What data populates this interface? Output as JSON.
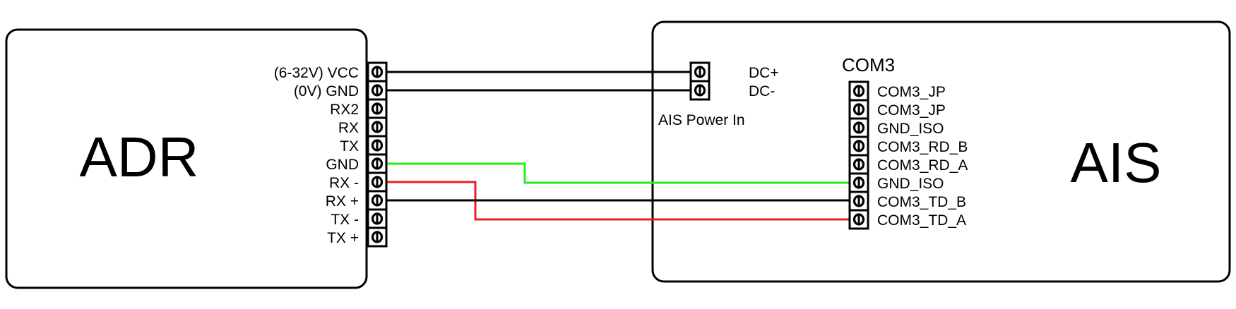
{
  "devices": {
    "adr": {
      "name": "ADR",
      "pins": [
        "(6-32V) VCC",
        "(0V) GND",
        "RX2",
        "RX",
        "TX",
        "GND",
        "RX -",
        "RX +",
        "TX -",
        "TX +"
      ]
    },
    "ais": {
      "name": "AIS",
      "power": {
        "title": "AIS Power In",
        "pins": [
          "DC+",
          "DC-"
        ]
      },
      "com3": {
        "title": "COM3",
        "pins": [
          "COM3_JP",
          "COM3_JP",
          "GND_ISO",
          "COM3_RD_B",
          "COM3_RD_A",
          "GND_ISO",
          "COM3_TD_B",
          "COM3_TD_A"
        ]
      }
    }
  },
  "wires": [
    {
      "from": "ADR (6-32V) VCC",
      "to": "AIS DC+",
      "color": "#000000"
    },
    {
      "from": "ADR (0V) GND",
      "to": "AIS DC-",
      "color": "#000000"
    },
    {
      "from": "ADR GND",
      "to": "AIS COM3 GND_ISO",
      "color": "#22ee22"
    },
    {
      "from": "ADR RX -",
      "to": "AIS COM3_TD_A",
      "color": "#ee1c24"
    },
    {
      "from": "ADR RX +",
      "to": "AIS COM3_TD_B",
      "color": "#000000"
    }
  ]
}
